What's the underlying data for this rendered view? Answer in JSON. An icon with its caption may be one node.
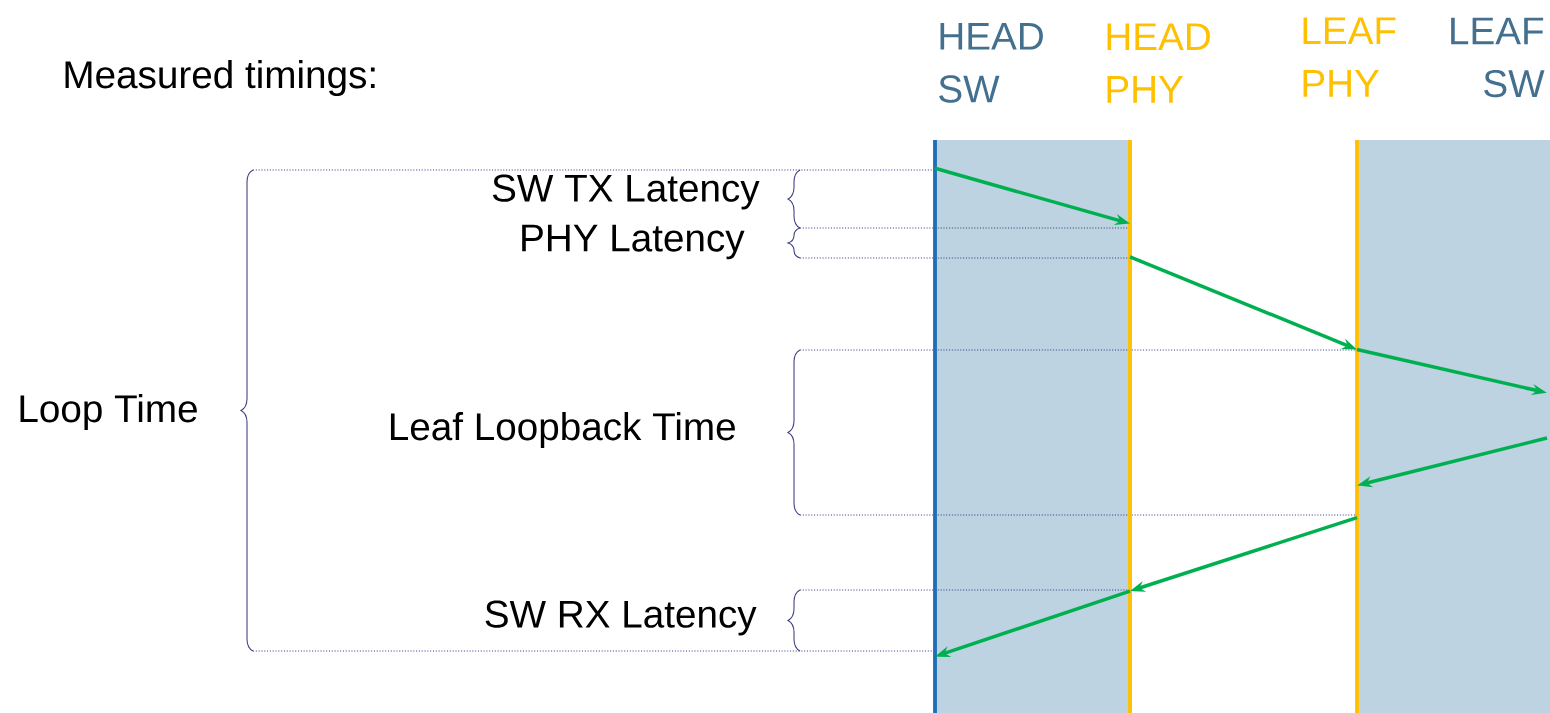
{
  "diagram": {
    "nodes": [
      {
        "text": [
          "HEAD SW"
        ]
      },
      {
        "text": [
          "HEAD PHY"
        ]
      },
      {
        "text": [
          "LEAF PHY"
        ]
      },
      {
        "text": [
          "LEAF SW"
        ]
      }
    ],
    "edges": [
      {
        "from": 0,
        "to": 1,
        "arrow": "to"
      },
      {
        "from": 1,
        "to": 2,
        "arrow": "to"
      },
      {
        "from": 2,
        "to": 3,
        "arrow": "to"
      },
      {
        "from": 3,
        "to": 2,
        "arrow": "to"
      },
      {
        "from": 2,
        "to": 1,
        "arrow": "to"
      },
      {
        "from": 1,
        "to": 0,
        "arrow": "to"
      }
    ],
    "labels": [
      "Measured timings:",
      "SW TX Latency",
      "PHY Latency",
      "Loop Time",
      "Leaf Loopback Time",
      "SW RX Latency"
    ]
  }
}
